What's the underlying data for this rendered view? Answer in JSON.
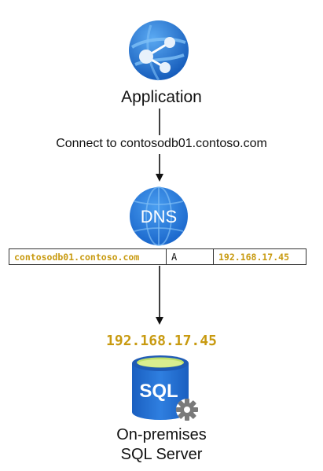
{
  "application": {
    "label": "Application",
    "icon": "web-app-icon"
  },
  "connection": {
    "label": "Connect to contosodb01.contoso.com"
  },
  "dns": {
    "icon_text": "DNS",
    "icon": "dns-globe-icon",
    "record": {
      "host": "contosodb01.contoso.com",
      "type": "A",
      "address": "192.168.17.45"
    }
  },
  "resolved": {
    "ip": "192.168.17.45"
  },
  "sql_server": {
    "icon_text": "SQL",
    "icon": "sql-database-gear-icon",
    "label_line1": "On-premises",
    "label_line2": "SQL Server"
  },
  "colors": {
    "azure_blue": "#1e6fd2",
    "ip_gold": "#c89a10",
    "line": "#111111"
  }
}
